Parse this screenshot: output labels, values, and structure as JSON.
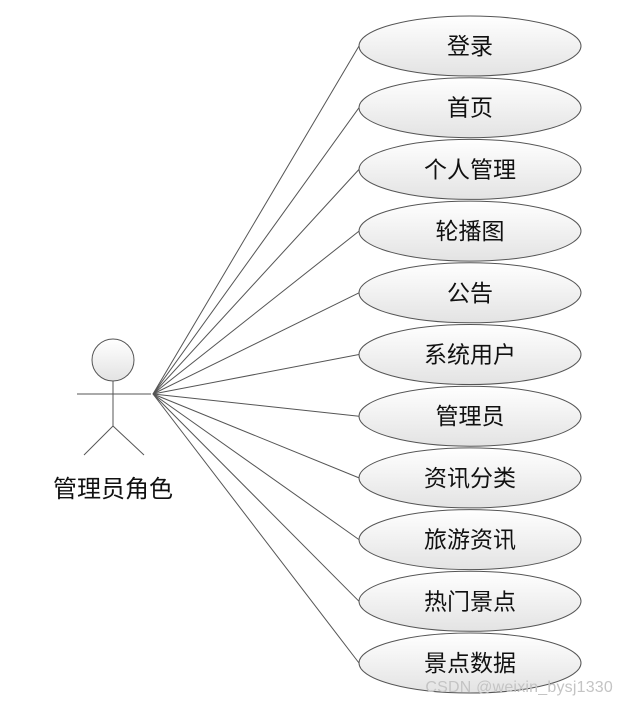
{
  "actor": {
    "label": "管理员角色",
    "icon": "stick-figure-icon"
  },
  "use_cases": [
    {
      "label": "登录"
    },
    {
      "label": "首页"
    },
    {
      "label": "个人管理"
    },
    {
      "label": "轮播图"
    },
    {
      "label": "公告"
    },
    {
      "label": "系统用户"
    },
    {
      "label": "管理员"
    },
    {
      "label": "资讯分类"
    },
    {
      "label": "旅游资讯"
    },
    {
      "label": "热门景点"
    },
    {
      "label": "景点数据"
    }
  ],
  "watermark": "CSDN @weixin_bysj1330",
  "colors": {
    "stroke": "#555555",
    "ellipse_fill_top": "#ffffff",
    "ellipse_fill_bottom": "#e3e3e3",
    "text": "#111111"
  }
}
